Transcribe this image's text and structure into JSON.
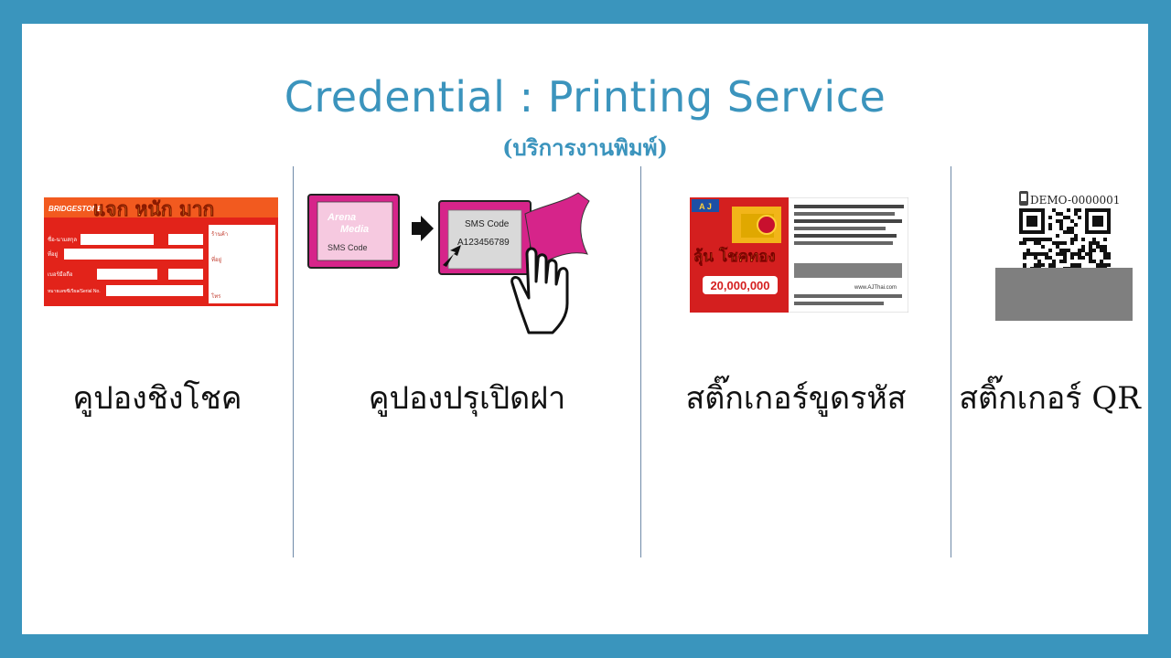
{
  "slide": {
    "title": "Credential : Printing Service",
    "subtitle": "(บริการงานพิมพ์)"
  },
  "items": [
    {
      "label": "คูปองชิงโชค",
      "image": {
        "brand": "BRIDGESTONE",
        "headline": "แจก หนัก มาก",
        "fields": [
          "ชื่อ-นามสกุล",
          "ที่อยู่",
          "เบอร์มือถือ",
          "หมายเลขซีเรียล/Serial No.",
          "ร้านค้า",
          "ที่อยู่",
          "โทร"
        ]
      }
    },
    {
      "label": "คูปองปรุเปิดฝา",
      "image": {
        "card_text_1": "Arena",
        "card_text_2": "Media",
        "card_text_3": "SMS Code",
        "reveal_title": "SMS Code",
        "reveal_code": "A123456789"
      }
    },
    {
      "label": "สติ๊กเกอร์ขูดรหัส",
      "image": {
        "brand": "A J",
        "headline": "ลุ้น โชคทอง",
        "prize": "20,000,000",
        "website": "www.AJThai.com"
      }
    },
    {
      "label": "สติ๊กเกอร์ QR",
      "image": {
        "demo_code": "DEMO-0000001"
      }
    }
  ],
  "colors": {
    "frame": "#3a95bd",
    "title": "#3b94bd",
    "magenta": "#d6248a",
    "red": "#e2231a",
    "gold": "#f5c518",
    "scratch_gray": "#7f7f7f"
  }
}
